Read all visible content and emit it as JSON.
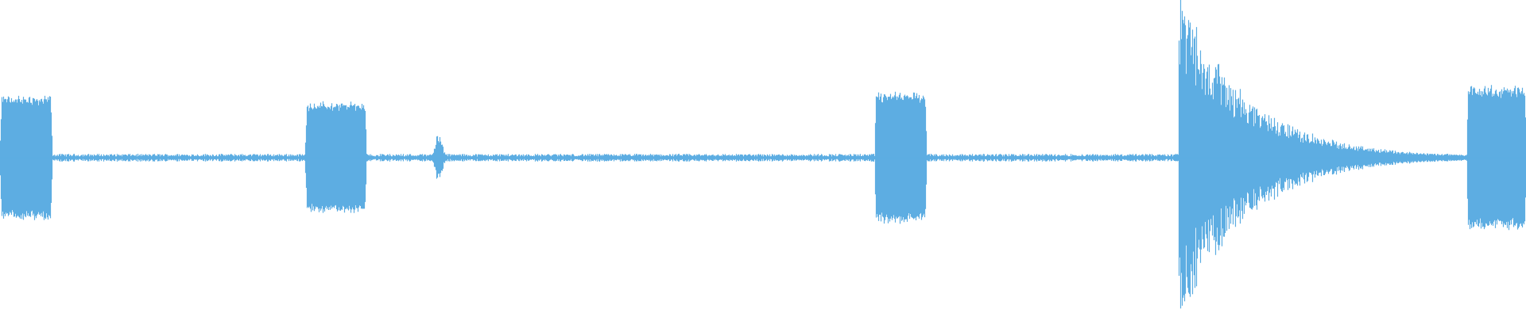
{
  "waveform": {
    "color": "#5dade2",
    "background": "#ffffff",
    "segments": [
      {
        "shape": "block",
        "start": 0.0,
        "end": 0.034,
        "amplitude": 0.19
      },
      {
        "shape": "block",
        "start": 0.2,
        "end": 0.24,
        "amplitude": 0.17
      },
      {
        "shape": "burst",
        "start": 0.282,
        "end": 0.292,
        "amplitude": 0.07
      },
      {
        "shape": "block",
        "start": 0.573,
        "end": 0.607,
        "amplitude": 0.2
      },
      {
        "shape": "decay",
        "start": 0.772,
        "end": 0.96,
        "amplitude": 0.53
      },
      {
        "shape": "block",
        "start": 0.961,
        "end": 1.0,
        "amplitude": 0.22
      }
    ],
    "noise_floor_amplitude": 0.008
  }
}
